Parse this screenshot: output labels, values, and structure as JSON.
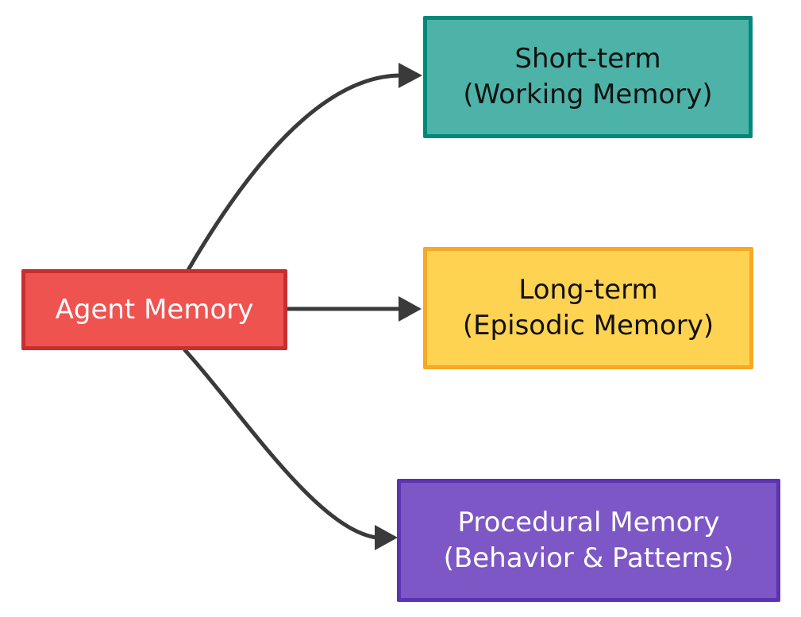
{
  "diagram": {
    "background_color": "#ffffff",
    "arrow_color": "#3a3a3a",
    "nodes": {
      "agent_memory": {
        "label": "Agent Memory",
        "fill": "#ef5350",
        "border": "#c62f2e",
        "text_color": "#ffffff"
      },
      "short_term": {
        "line1": "Short-term",
        "line2": "(Working Memory)",
        "fill": "#4db3a8",
        "border": "#00897b",
        "text_color": "#111111"
      },
      "long_term": {
        "line1": "Long-term",
        "line2": "(Episodic Memory)",
        "fill": "#ffd352",
        "border": "#f7a825",
        "text_color": "#111111"
      },
      "procedural": {
        "line1": "Procedural Memory",
        "line2": "(Behavior &amp; Patterns)",
        "fill": "#7d57c5",
        "border": "#5c33b1",
        "text_color": "#ffffff"
      }
    },
    "edges": [
      {
        "from": "agent_memory",
        "to": "short_term"
      },
      {
        "from": "agent_memory",
        "to": "long_term"
      },
      {
        "from": "agent_memory",
        "to": "procedural"
      }
    ]
  }
}
